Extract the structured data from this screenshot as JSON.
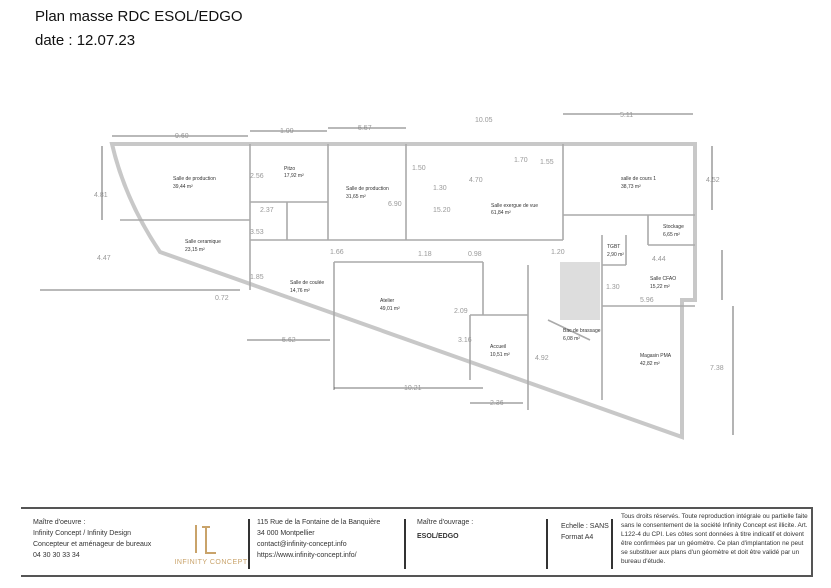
{
  "header": {
    "title": "Plan masse RDC ESOL/EDGO",
    "date": "date : 12.07.23"
  },
  "rooms": [
    {
      "name": "Salle de production",
      "area": "39,44 m²"
    },
    {
      "name": "Pitzo",
      "area": "17,92 m²"
    },
    {
      "name": "Salle de production",
      "area": "31,65 m²"
    },
    {
      "name": "Salle exergue de vue",
      "area": "61,84 m²"
    },
    {
      "name": "salle de cours 1",
      "area": "38,73 m²"
    },
    {
      "name": "Stockage",
      "area": "6,65 m²"
    },
    {
      "name": "TGBT",
      "area": "2,90 m²"
    },
    {
      "name": "Salle CFAO",
      "area": "15,22 m²"
    },
    {
      "name": "Salle ceramique",
      "area": "23,15 m²"
    },
    {
      "name": "Salle de coulée",
      "area": "14,76 m²"
    },
    {
      "name": "Atelier",
      "area": "49,01 m²"
    },
    {
      "name": "Accueil",
      "area": "10,51 m²"
    },
    {
      "name": "Bac de brassage",
      "area": "6,08 m²"
    },
    {
      "name": "Magasin PMA",
      "area": "42,82 m²"
    }
  ],
  "dimensions": [
    "9.60",
    "1.99",
    "5.57",
    "10.05",
    "5.11",
    "4.81",
    "4.47",
    "0.72",
    "2.56",
    "2.37",
    "3.53",
    "1.85",
    "6.90",
    "1.66",
    "1.18",
    "0.98",
    "1.50",
    "1.30",
    "4.70",
    "1.70",
    "1.55",
    "15.20",
    "4.52",
    "1.20",
    "4.44",
    "5.96",
    "2.09",
    "3.16",
    "4.92",
    "7.38",
    "10.21",
    "2.36",
    "5.62",
    "1.30"
  ],
  "footer": {
    "moe_label": "Maître d'oeuvre :",
    "moe_name": "Infinity Concept / Infinity Design",
    "moe_desc": "Concepteur et aménageur de bureaux",
    "phone": "04 30 30 33 34",
    "logo_text": "INFINITY CONCEPT",
    "address1": "115 Rue de la Fontaine de la Banquière",
    "address2": "34 000 Montpellier",
    "email": "contact@infinity-concept.info",
    "website": "https://www.infinity-concept.info/",
    "mo_label": "Maître d'ouvrage :",
    "mo_name": "ESOL/EDGO",
    "scale": "Echelle : SANS",
    "format": "Format A4",
    "legal": "Tous droits réservés. Toute reproduction intégrale ou partielle faite sans le consentement de la société Infinity Concept est illicite. Art. L122-4 du CPI. Les côtes sont données à titre indicatif et doivent être confirmées par un géomètre. Ce plan d'implantation ne peut se substituer aux plans d'un géomètre et doit être validé par un bureau d'étude."
  }
}
